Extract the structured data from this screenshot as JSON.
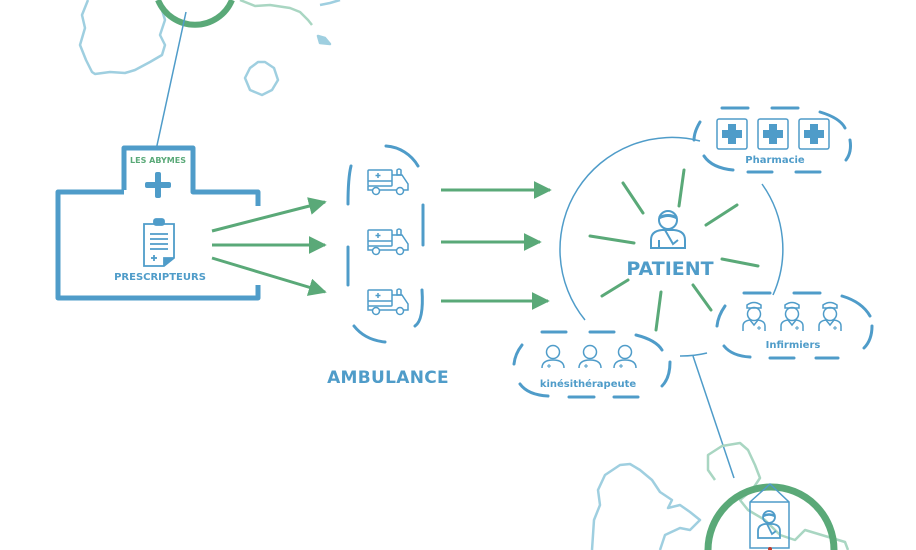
{
  "colors": {
    "blue": "#4f9cc9",
    "green": "#5aa978",
    "map_blue": "#9fcfe0",
    "map_green": "#a9d6c2",
    "red": "#c0392b"
  },
  "prescriber": {
    "location": "LES ABYMES",
    "label": "PRESCRIPTEURS",
    "icons": [
      "hospital-cross-icon",
      "prescription-clipboard-icon"
    ]
  },
  "transport": {
    "label": "AMBULANCE",
    "vehicles": [
      "ambulance-icon",
      "ambulance-icon",
      "ambulance-icon"
    ]
  },
  "patient": {
    "label": "PATIENT",
    "icon": "injured-patient-icon"
  },
  "care_groups": [
    {
      "label": "Pharmacie",
      "icon": "pharmacy-cross-icon",
      "count": 3
    },
    {
      "label": "Infirmiers",
      "icon": "nurse-icon",
      "count": 3
    },
    {
      "label": "kinésithérapeute",
      "icon": "physiotherapist-icon",
      "count": 3
    }
  ],
  "home": {
    "icon": "home-patient-icon"
  }
}
